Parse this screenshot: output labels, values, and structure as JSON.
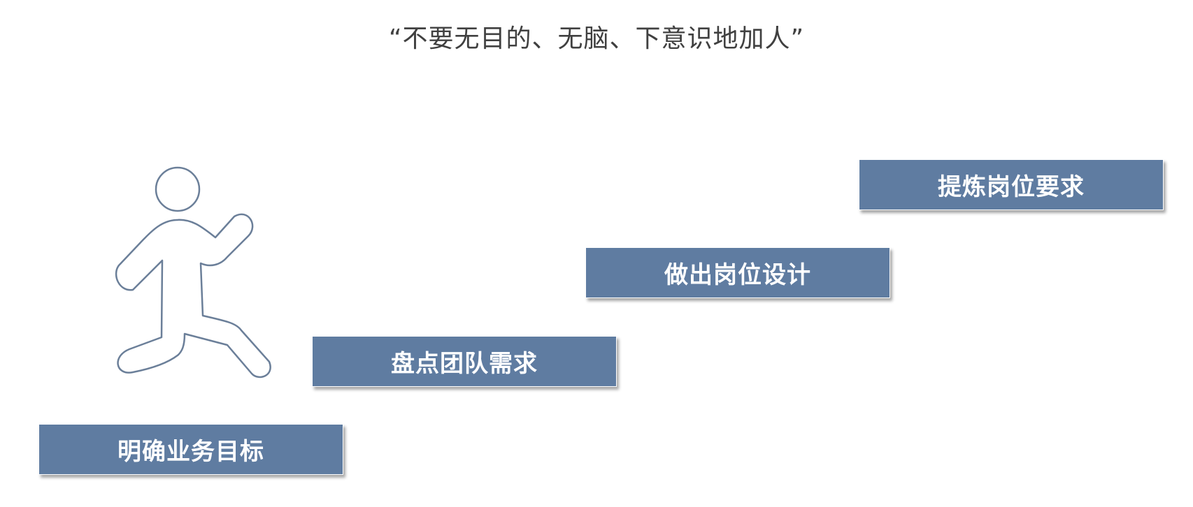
{
  "title": "“不要无目的、无脑、下意识地加人”",
  "figure": {
    "icon": "running-person-icon",
    "stroke_color": "#6b7f99"
  },
  "steps": [
    {
      "label": "明确业务目标"
    },
    {
      "label": "盘点团队需求"
    },
    {
      "label": "做出岗位设计"
    },
    {
      "label": "提炼岗位要求"
    }
  ],
  "colors": {
    "step_fill": "#5f7ca1",
    "title_text": "#404040"
  }
}
